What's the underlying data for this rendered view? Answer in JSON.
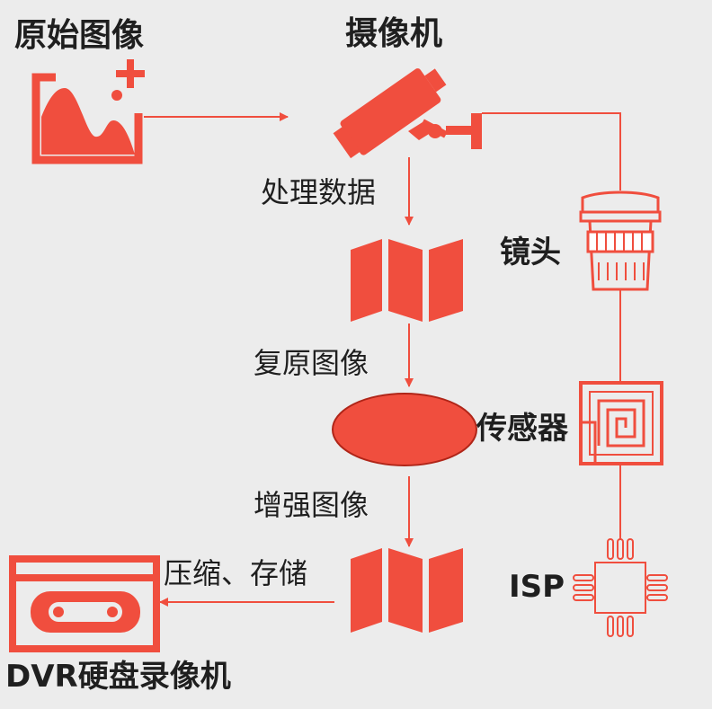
{
  "labels": {
    "original_image": "原始图像",
    "camera": "摄像机",
    "process_data": "处理数据",
    "restore_image": "复原图像",
    "enhance_image": "增强图像",
    "compress_store": "压缩、存储",
    "dvr": "DVR硬盘录像机",
    "lens": "镜头",
    "sensor": "传感器",
    "isp": "ISP"
  },
  "colors": {
    "accent": "#f04e3e",
    "accent_dark": "#c3291b",
    "background": "#ececec",
    "text": "#1f1f1f"
  },
  "icons": [
    "image-icon",
    "camera-icon",
    "folded-map-icon",
    "ellipse-shape",
    "lens-icon",
    "sensor-icon",
    "cassette-icon",
    "chip-icon"
  ]
}
